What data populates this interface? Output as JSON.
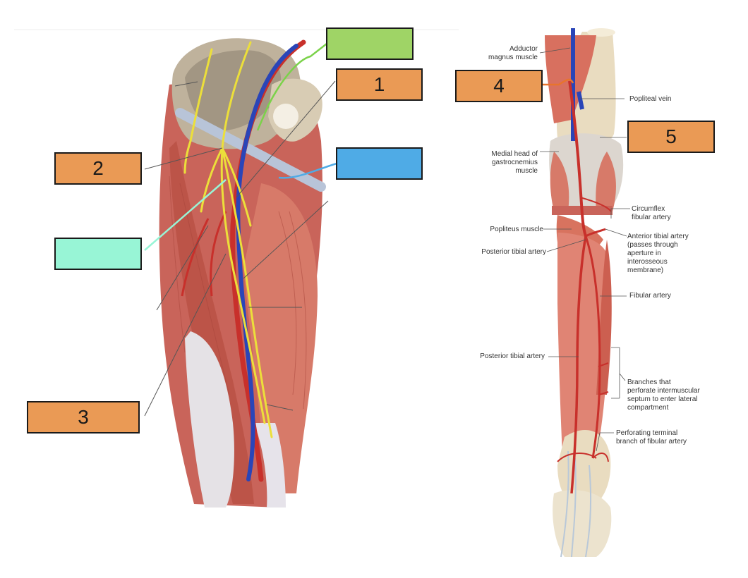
{
  "colors": {
    "box_orange": "#ea9a55",
    "box_green": "#9fd466",
    "box_blue": "#4fabe6",
    "box_teal": "#98f5d6",
    "artery": "#c8302b",
    "vein": "#2a45b8",
    "nerve": "#ecdf3a",
    "muscle": "#cf6b5b",
    "bone": "#e9dcc0"
  },
  "hip_figure": {
    "boxes": [
      {
        "number": "",
        "color": "green"
      },
      {
        "number": "1",
        "color": "orange"
      },
      {
        "number": "2",
        "color": "orange"
      },
      {
        "number": "",
        "color": "blue"
      },
      {
        "number": "",
        "color": "teal"
      },
      {
        "number": "3",
        "color": "orange"
      }
    ]
  },
  "leg_figure": {
    "boxes": [
      {
        "number": "4",
        "color": "orange"
      },
      {
        "number": "5",
        "color": "orange"
      }
    ],
    "labels": {
      "adductor": [
        "Adductor",
        "magnus muscle"
      ],
      "popliteal_vein": [
        "Popliteal vein"
      ],
      "medial_head": [
        "Medial head of",
        "gastrocnemius",
        "muscle"
      ],
      "circumflex": [
        "Circumflex",
        "fibular artery"
      ],
      "popliteus": [
        "Popliteus muscle"
      ],
      "anterior_tibial": [
        "Anterior tibial artery",
        "(passes through",
        "aperture in",
        "interosseous",
        "membrane)"
      ],
      "posterior_tibial_upper": [
        "Posterior tibial artery"
      ],
      "fibular": [
        "Fibular artery"
      ],
      "posterior_tibial_lower": [
        "Posterior tibial artery"
      ],
      "branches": [
        "Branches that",
        "perforate intermuscular",
        "septum to enter lateral",
        "compartment"
      ],
      "perforating": [
        "Perforating terminal",
        "branch of fibular artery"
      ]
    }
  }
}
